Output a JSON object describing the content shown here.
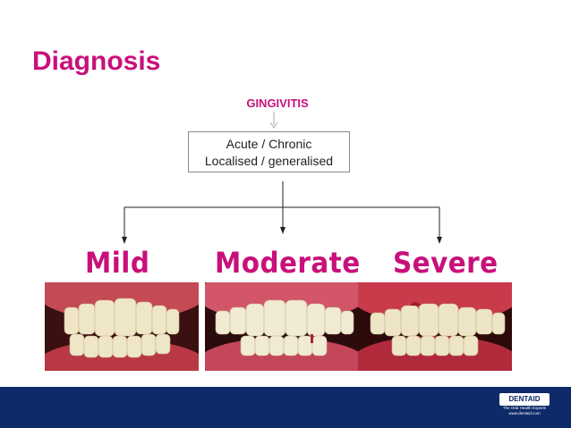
{
  "slide": {
    "title": "Diagnosis",
    "root": "GINGIVITIS",
    "box_lines": [
      "Acute / Chronic",
      "Localised / generalised"
    ],
    "levels": [
      "Mild",
      "Moderate",
      "Severe"
    ],
    "photos": [
      "mild-gingivitis-teeth",
      "moderate-gingivitis-teeth",
      "severe-gingivitis-teeth"
    ]
  },
  "footer": {
    "logo_text": "DENTAID",
    "tagline": "The Oral Health Experts",
    "website": "www.dentaid.com"
  },
  "colors": {
    "accent": "#c8107a",
    "footer_bg": "#0e2a68",
    "gum": "#b8323f",
    "tooth": "#f2ead0"
  }
}
